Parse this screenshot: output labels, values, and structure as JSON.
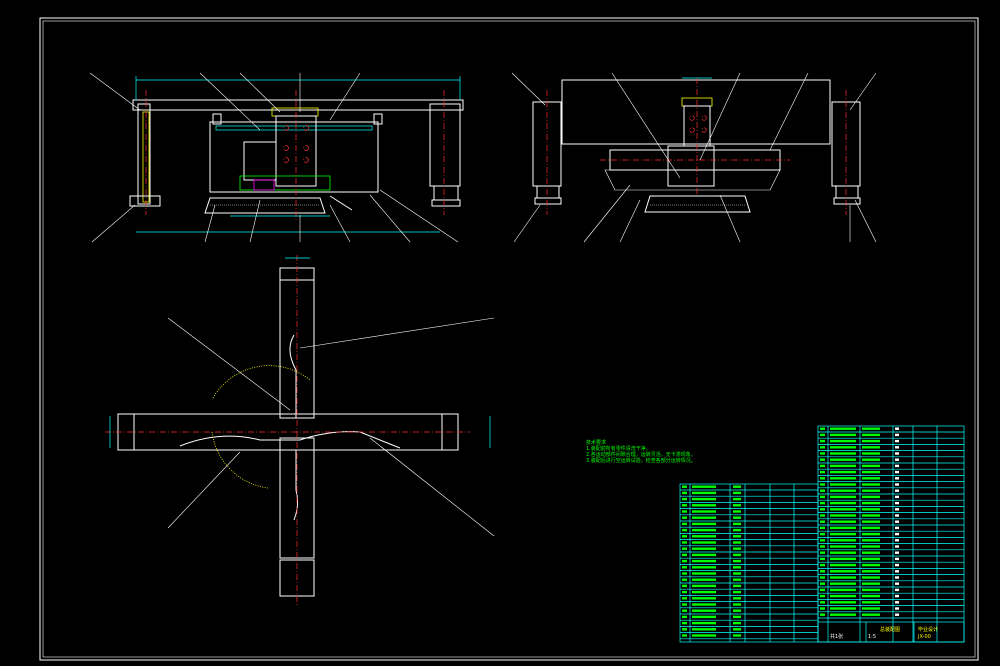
{
  "drawing": {
    "notes": {
      "title": "技术要求",
      "lines": [
        "1.装配前所有零件清洗干净。",
        "2.各运动部件间隙合理，运转灵活，无卡滞现象。",
        "3.装配后进行空运转试验，检查各部分运转情况。"
      ]
    },
    "title_block": {
      "drawing_name": "总装配图",
      "drawing_no": "JX-00",
      "school": "毕业设计",
      "scale": "1:5",
      "sheet_label": "共1张"
    },
    "colors": {
      "line": "#ffffff",
      "dimension": "#00ffff",
      "centerline": "#ff3030",
      "hatch": "#ffff00",
      "text": "#00ff00"
    }
  }
}
